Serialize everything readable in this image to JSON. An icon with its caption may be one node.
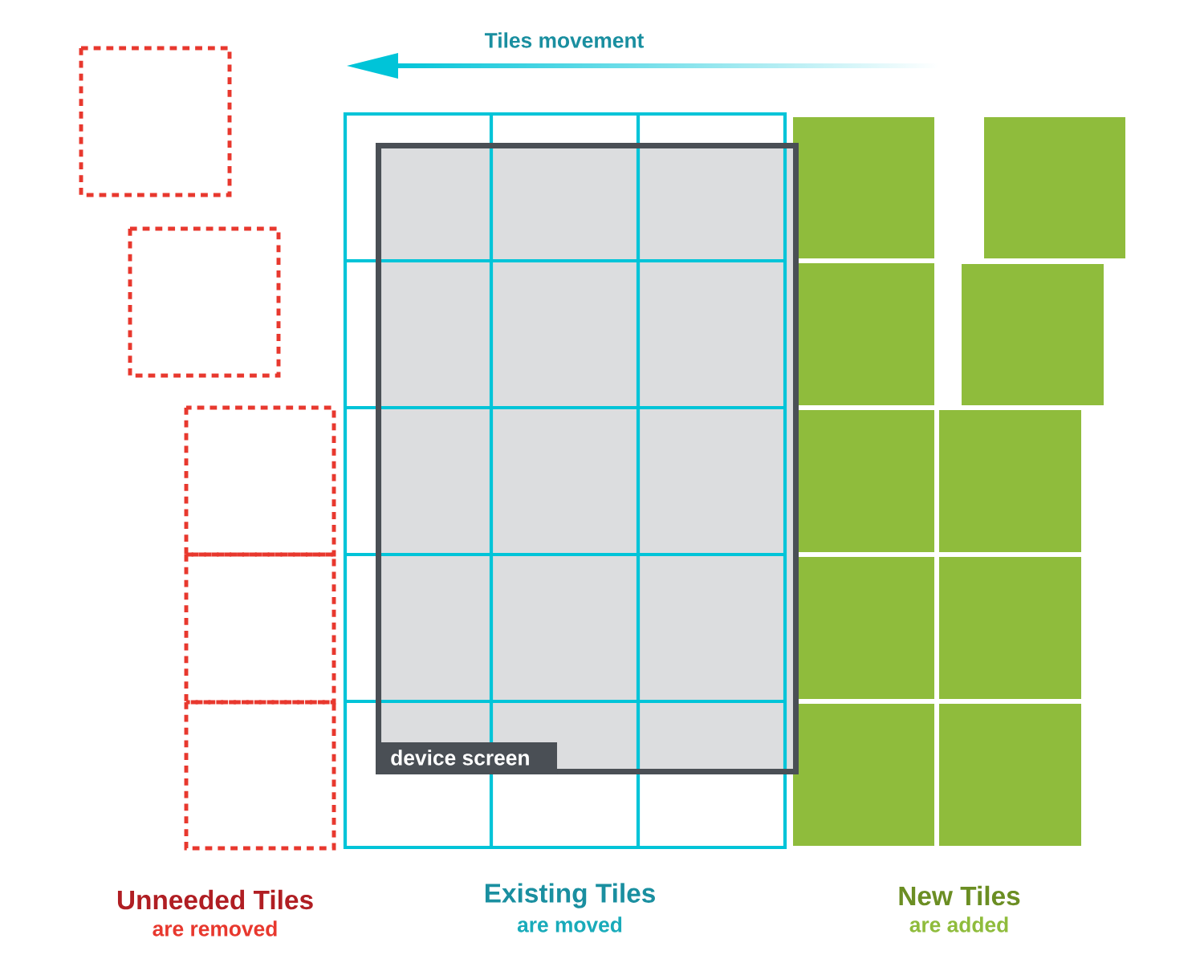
{
  "diagram": {
    "nodes": [
      {
        "text": [
          "device screen"
        ]
      }
    ],
    "labels": [
      "Tiles movement",
      "Unneeded Tiles",
      "are removed",
      "Existing Tiles",
      "are moved",
      "New Tiles",
      "are added"
    ]
  }
}
